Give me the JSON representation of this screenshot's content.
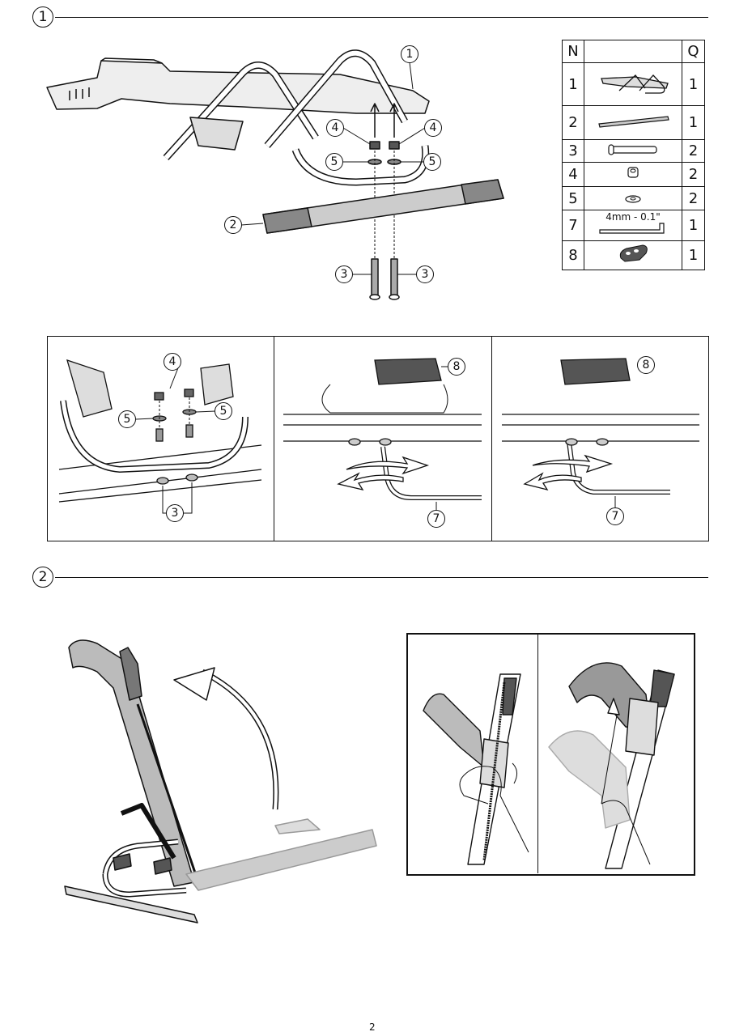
{
  "step1": {
    "number": "1",
    "callouts": {
      "part1": "1",
      "nut_left": "4",
      "nut_right": "4",
      "washer_left": "5",
      "washer_right": "5",
      "bar": "2",
      "bolt_left": "3",
      "bolt_right": "3"
    },
    "parts_table": {
      "header": {
        "n": "N",
        "q": "Q"
      },
      "rows": [
        {
          "n": "1",
          "icon": "bike-carrier-frame-icon",
          "q": "1"
        },
        {
          "n": "2",
          "icon": "cross-bar-icon",
          "q": "1"
        },
        {
          "n": "3",
          "icon": "bolt-icon",
          "q": "2"
        },
        {
          "n": "4",
          "icon": "nut-icon",
          "q": "2"
        },
        {
          "n": "5",
          "icon": "washer-icon",
          "q": "2"
        },
        {
          "n": "7",
          "icon": "hex-key-icon",
          "label": "4mm - 0.1\"",
          "q": "1"
        },
        {
          "n": "8",
          "icon": "clamp-block-icon",
          "q": "1"
        }
      ]
    },
    "panels": [
      {
        "callouts": {
          "nut": "4",
          "washer_left": "5",
          "washer_right": "5",
          "bolt": "3"
        }
      },
      {
        "callouts": {
          "block": "8",
          "key": "7"
        }
      },
      {
        "callouts": {
          "block": "8",
          "key": "7"
        }
      }
    ]
  },
  "step2": {
    "number": "2"
  },
  "page_number": "2"
}
